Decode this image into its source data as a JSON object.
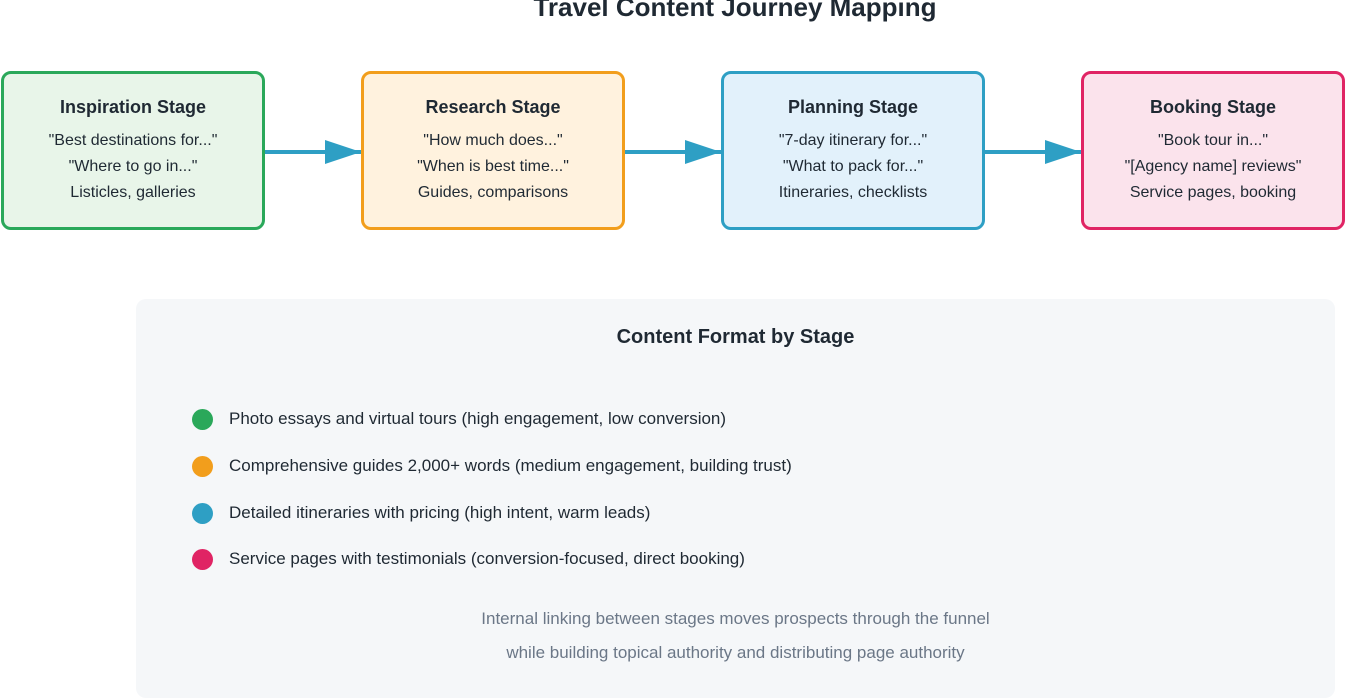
{
  "title": "Travel Content Journey Mapping",
  "stages": [
    {
      "name": "Inspiration Stage",
      "lines": [
        "\"Best destinations for...\"",
        "\"Where to go in...\"",
        "Listicles, galleries"
      ],
      "border_color": "#2aa85a",
      "fill_color": "#e8f5e9"
    },
    {
      "name": "Research Stage",
      "lines": [
        "\"How much does...\"",
        "\"When is best time...\"",
        "Guides, comparisons"
      ],
      "border_color": "#f29e1c",
      "fill_color": "#fff2de"
    },
    {
      "name": "Planning Stage",
      "lines": [
        "\"7-day itinerary for...\"",
        "\"What to pack for...\"",
        "Itineraries, checklists"
      ],
      "border_color": "#2e9fc4",
      "fill_color": "#e2f1fb"
    },
    {
      "name": "Booking Stage",
      "lines": [
        "\"Book tour in...\"",
        "\"[Agency name] reviews\"",
        "Service pages, booking"
      ],
      "border_color": "#e02464",
      "fill_color": "#fbe3ec"
    }
  ],
  "arrow_color": "#2e9fc4",
  "panel": {
    "title": "Content Format by Stage",
    "items": [
      {
        "text": "Photo essays and virtual tours (high engagement, low conversion)",
        "color": "#2aa85a"
      },
      {
        "text": "Comprehensive guides 2,000+ words (medium engagement, building trust)",
        "color": "#f29e1c"
      },
      {
        "text": "Detailed itineraries with pricing (high intent, warm leads)",
        "color": "#2e9fc4"
      },
      {
        "text": "Service pages with testimonials (conversion-focused, direct booking)",
        "color": "#e02464"
      }
    ],
    "note_lines": [
      "Internal linking between stages moves prospects through the funnel",
      "while building topical authority and distributing page authority"
    ]
  }
}
